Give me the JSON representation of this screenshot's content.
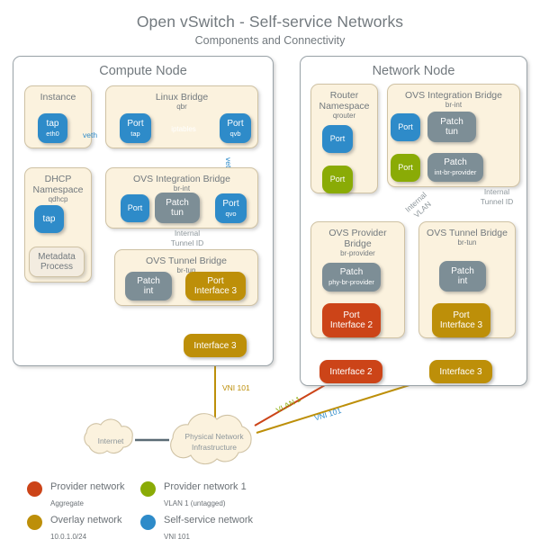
{
  "header": {
    "title": "Open vSwitch - Self-service Networks",
    "subtitle": "Components and Connectivity"
  },
  "compute_node": {
    "title": "Compute Node",
    "instance": {
      "title": "Instance",
      "tap": {
        "l1": "tap",
        "l2": "eth0"
      }
    },
    "linux_bridge": {
      "title": "Linux Bridge",
      "sub": "qbr",
      "port_tap": {
        "l1": "Port",
        "l2": "tap"
      },
      "iptables": "iptables",
      "port_qvb": {
        "l1": "Port",
        "l2": "qvb"
      }
    },
    "dhcp_namespace": {
      "title_l1": "DHCP",
      "title_l2": "Namespace",
      "sub": "qdhcp",
      "tap": {
        "l1": "tap"
      },
      "metadata": {
        "l1": "Metadata",
        "l2": "Process"
      }
    },
    "integration_bridge": {
      "title": "OVS Integration Bridge",
      "sub": "br-int",
      "port": {
        "l1": "Port"
      },
      "patch_tun": {
        "l1": "Patch",
        "l2": "tun"
      },
      "port_qvo": {
        "l1": "Port",
        "l2": "qvo"
      }
    },
    "tunnel_bridge": {
      "title": "OVS Tunnel Bridge",
      "sub": "br-tun",
      "patch_int": {
        "l1": "Patch",
        "l2": "int"
      },
      "port_if3": {
        "l1": "Port",
        "l2": "Interface 3"
      }
    },
    "interface3": {
      "l1": "Interface 3"
    },
    "labels": {
      "veth_instance": "veth",
      "veth_qvb": "veth",
      "internal_tunnel_id_l1": "Internal",
      "internal_tunnel_id_l2": "Tunnel ID"
    }
  },
  "network_node": {
    "title": "Network Node",
    "router_namespace": {
      "title_l1": "Router",
      "title_l2": "Namespace",
      "sub": "qrouter",
      "port_blue": {
        "l1": "Port"
      },
      "port_olive": {
        "l1": "Port"
      }
    },
    "integration_bridge": {
      "title": "OVS Integration Bridge",
      "sub": "br-int",
      "port_blue": {
        "l1": "Port"
      },
      "patch_tun": {
        "l1": "Patch",
        "l2": "tun"
      },
      "port_olive": {
        "l1": "Port"
      },
      "patch_int_br_provider": {
        "l1": "Patch",
        "l2": "int-br-provider"
      }
    },
    "provider_bridge": {
      "title_l1": "OVS Provider",
      "title_l2": "Bridge",
      "sub": "br-provider",
      "patch_phy": {
        "l1": "Patch",
        "l2": "phy-br-provider"
      },
      "port_if2": {
        "l1": "Port",
        "l2": "Interface 2"
      }
    },
    "tunnel_bridge": {
      "title": "OVS Tunnel Bridge",
      "sub": "br-tun",
      "patch_int": {
        "l1": "Patch",
        "l2": "int"
      },
      "port_if3": {
        "l1": "Port",
        "l2": "Interface 3"
      }
    },
    "interface2": {
      "l1": "Interface 2"
    },
    "interface3": {
      "l1": "Interface 3"
    },
    "labels": {
      "internal_vlan_l1": "Internal",
      "internal_vlan_l2": "VLAN",
      "internal_tunnel_id_l1": "Internal",
      "internal_tunnel_id_l2": "Tunnel ID"
    }
  },
  "bottom": {
    "internet": "Internet",
    "physical_network_l1": "Physical Network",
    "physical_network_l2": "Infrastructure",
    "vni_101_left": "VNI 101",
    "vlan_1": "VLAN 1",
    "vni_101_right": "VNI 101"
  },
  "legend": {
    "items": [
      {
        "color": "#cc4418",
        "title": "Provider network",
        "sub": "Aggregate"
      },
      {
        "color": "#8aab06",
        "title": "Provider network 1",
        "sub": "VLAN 1 (untagged)"
      },
      {
        "color": "#bd8f09",
        "title": "Overlay network",
        "sub": "10.0.1.0/24"
      },
      {
        "color": "#2e8bc9",
        "title": "Self-service network",
        "sub": "VNI 101"
      }
    ]
  },
  "colors": {
    "blue": "#2e8bc9",
    "grey": "#7d8e96",
    "gold": "#bd8f09",
    "red": "#cc4418",
    "olive": "#8aab06",
    "cream": "#fbf2de",
    "text": "#6b7176"
  }
}
